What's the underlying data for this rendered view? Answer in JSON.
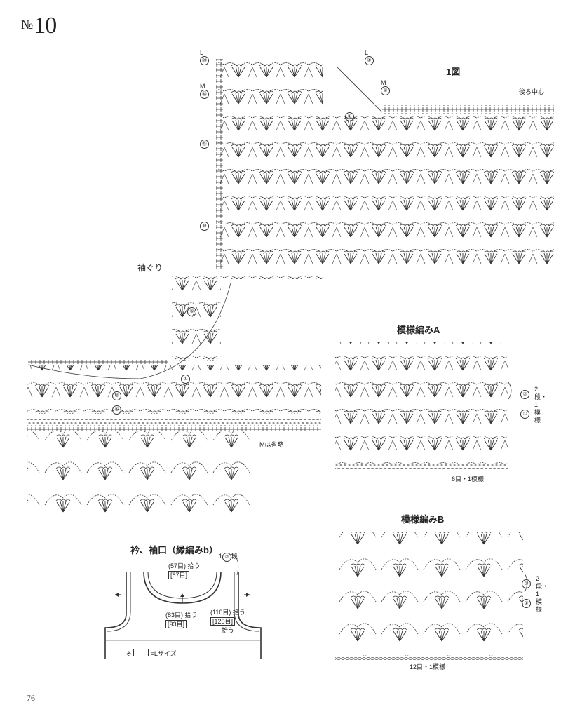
{
  "header": {
    "no_mark": "№",
    "number": "10"
  },
  "figure1": {
    "title": "1図",
    "back_center": "後ろ中心",
    "armhole": "袖ぐり",
    "m_omitted": "Mは省略",
    "row_labels": [
      {
        "letter": "L",
        "num": "⑳"
      },
      {
        "letter": "M",
        "num": "⑱"
      },
      {
        "letter": "",
        "num": "⑮"
      },
      {
        "letter": "",
        "num": "⑩"
      },
      {
        "letter": "",
        "num": "⑤"
      },
      {
        "letter": "L",
        "num": "④"
      },
      {
        "letter": "M",
        "num": "②"
      },
      {
        "letter": "",
        "num": "①"
      },
      {
        "letter": "",
        "num": "②"
      },
      {
        "letter": "",
        "num": "①"
      },
      {
        "letter": "",
        "num": "①"
      }
    ]
  },
  "patternA": {
    "title": "模様編みA",
    "repeat_rows": "2段・1模様",
    "row2": "②",
    "row1": "①",
    "repeat_sts": "6目・1模様"
  },
  "patternB": {
    "title": "模様編みB",
    "repeat_rows": "2段・1模様",
    "row2": "②",
    "row1": "①",
    "repeat_sts": "12目・1模様"
  },
  "neck_diagram": {
    "title": "衿、袖口（縁編みb）",
    "rows_note": "1",
    "rows_circle": "②",
    "rows_suffix": "段",
    "neck_back_m": "(57目)",
    "neck_back_l": "[67目]",
    "pick": "拾う",
    "neck_front_m": "(83目)",
    "neck_front_l": "[93目]",
    "arm_m": "(110目)",
    "arm_l": "[120目]",
    "legend": "※",
    "legend_text": "=Lサイズ"
  },
  "page_number": "76"
}
